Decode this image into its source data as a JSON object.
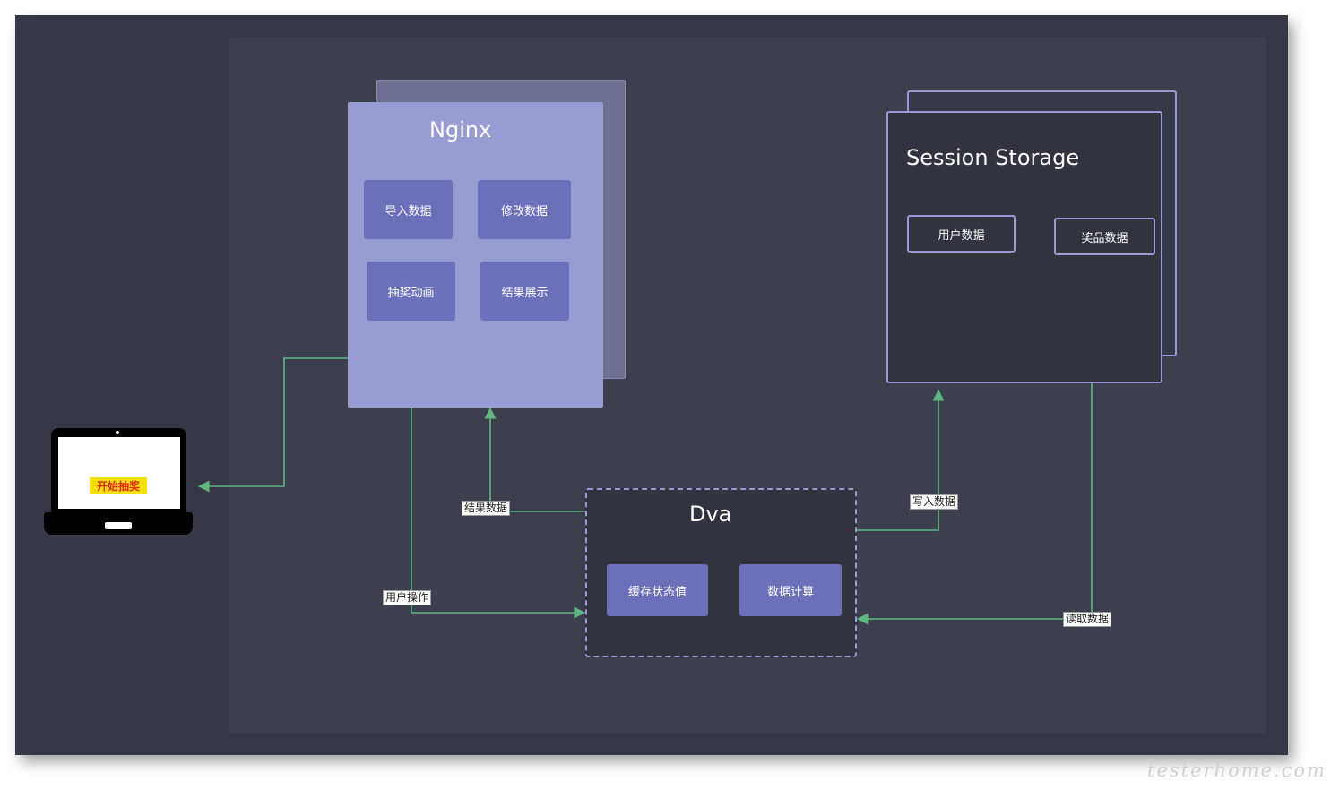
{
  "nginx": {
    "title": "Nginx",
    "features": [
      "导入数据",
      "修改数据",
      "抽奖动画",
      "结果展示"
    ]
  },
  "session_storage": {
    "title": "Session Storage",
    "items": [
      "用户数据",
      "奖品数据"
    ]
  },
  "dva": {
    "title": "Dva",
    "items": [
      "缓存状态值",
      "数据计算"
    ]
  },
  "client": {
    "button_label": "开始抽奖"
  },
  "edges": {
    "result_data": "结果数据",
    "user_action": "用户操作",
    "write_data": "写入数据",
    "read_data": "读取数据"
  },
  "watermark": "testerhome.com",
  "colors": {
    "background": "#363847",
    "canvas": "#3e3f4e",
    "nginx_fill": "#999cd3",
    "feature_box": "#6c6fb9",
    "border_accent": "#9a98d6",
    "edge": "#5fb87f"
  }
}
